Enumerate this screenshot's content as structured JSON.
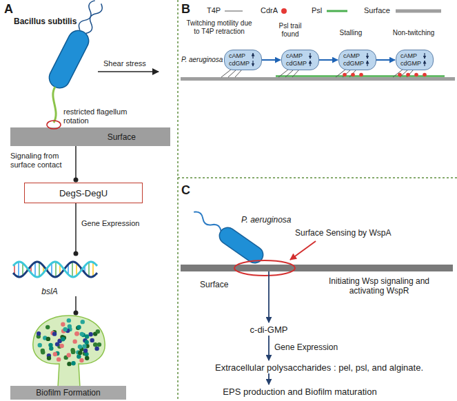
{
  "diagram": {
    "nodes": [
      {
        "text": [
          "Surface"
        ]
      },
      {
        "text": [
          "DegS-DegU"
        ]
      },
      {
        "text": [
          "bslA"
        ]
      },
      {
        "text": [
          "Biofilm Formation"
        ]
      },
      {
        "text": [
          "cAMP",
          "cdGMP"
        ]
      },
      {
        "text": [
          "cAMP",
          "cdGMP"
        ]
      },
      {
        "text": [
          "cAMP",
          "cdGMP"
        ]
      },
      {
        "text": [
          "cAMP",
          "cdGMP"
        ]
      },
      {
        "text": [
          "Surface"
        ]
      },
      {
        "text": [
          "c-di-GMP"
        ]
      },
      {
        "text": [
          "Extracellular polysaccharides : pel, psl, and alginate."
        ]
      },
      {
        "text": [
          "EPS production and Biofilm maturation"
        ]
      }
    ],
    "edges": [
      {
        "from": 0,
        "to": 1,
        "arrow": "to",
        "label": "Signaling from surface contact"
      },
      {
        "from": 1,
        "to": 2,
        "arrow": "to",
        "label": "Gene Expression"
      },
      {
        "from": 2,
        "to": 3,
        "arrow": "to"
      },
      {
        "from": 4,
        "to": 5,
        "arrow": "to"
      },
      {
        "from": 5,
        "to": 6,
        "arrow": "to"
      },
      {
        "from": 6,
        "to": 7,
        "arrow": "to"
      },
      {
        "from": 8,
        "to": 9,
        "arrow": "to",
        "label": "Initiating Wsp signaling and activating WspR"
      },
      {
        "from": 9,
        "to": 10,
        "arrow": "to",
        "label": "Gene Expression"
      },
      {
        "from": 10,
        "to": 11,
        "arrow": "to"
      }
    ],
    "labels": [
      "A",
      "Bacillus subtilis",
      "Shear stress",
      "restricted flagellum rotation",
      "B",
      "Twitching motility due to T4P retraction",
      "Psl trail found",
      "Stalling",
      "Non-twitching",
      "P. aeruginosa",
      "C",
      "P. aeruginosa",
      "Surface Sensing by WspA"
    ],
    "legend": [
      {
        "text": "T4P"
      },
      {
        "text": "CdrA",
        "color": "#e53935"
      },
      {
        "text": "Psl"
      },
      {
        "text": "Surface"
      }
    ]
  }
}
